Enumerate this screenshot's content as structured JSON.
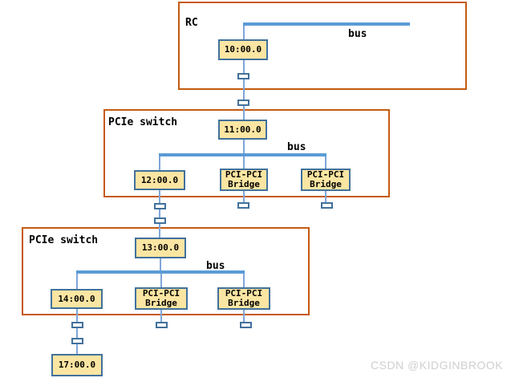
{
  "diagram": {
    "rc": {
      "label": "RC",
      "bus_label": "bus",
      "root_port": "10:00.0"
    },
    "switch1": {
      "label": "PCIe switch",
      "bus_label": "bus",
      "upstream_port": "11:00.0",
      "downstream_port": "12:00.0",
      "bridge1_line1": "PCI-PCI",
      "bridge1_line2": "Bridge",
      "bridge2_line1": "PCI-PCI",
      "bridge2_line2": "Bridge"
    },
    "switch2": {
      "label": "PCIe switch",
      "bus_label": "bus",
      "upstream_port": "13:00.0",
      "downstream_port": "14:00.0",
      "bridge1_line1": "PCI-PCI",
      "bridge1_line2": "Bridge",
      "bridge2_line1": "PCI-PCI",
      "bridge2_line2": "Bridge"
    },
    "endpoint": "17:00.0"
  },
  "watermark": "CSDN @KIDGINBROOK",
  "colors": {
    "container_border": "#C55A11",
    "node_border": "#41719C",
    "node_fill": "#FBE5A2",
    "bus_line": "#5B9BD5",
    "thin_line": "#7EA6D8",
    "watermark_text": "#CFCFCF"
  }
}
